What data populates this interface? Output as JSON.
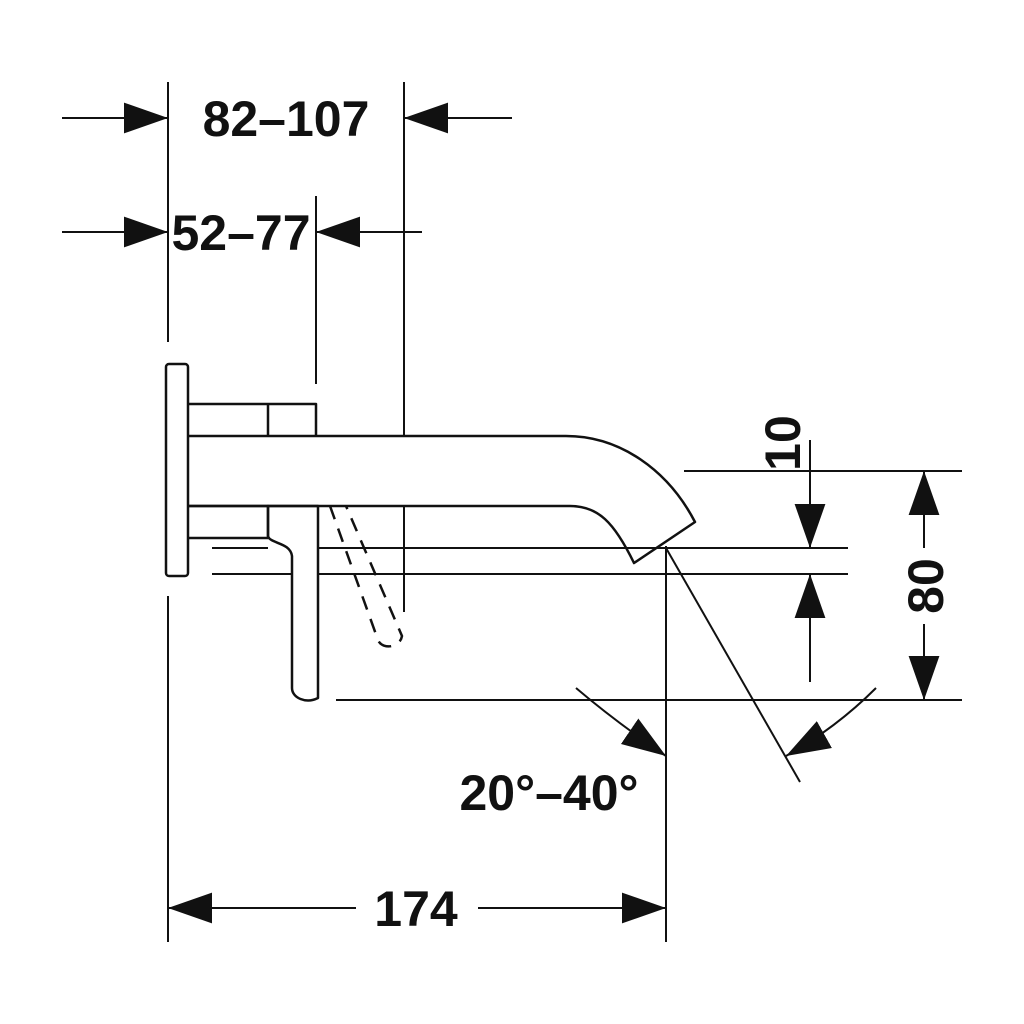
{
  "dimensions": {
    "outer_depth": "82–107",
    "inner_depth": "52–77",
    "spout_height": "10",
    "overall_height": "80",
    "lever_angle": "20°–40°",
    "projection": "174"
  },
  "colors": {
    "line": "#111111",
    "background": "#ffffff"
  }
}
